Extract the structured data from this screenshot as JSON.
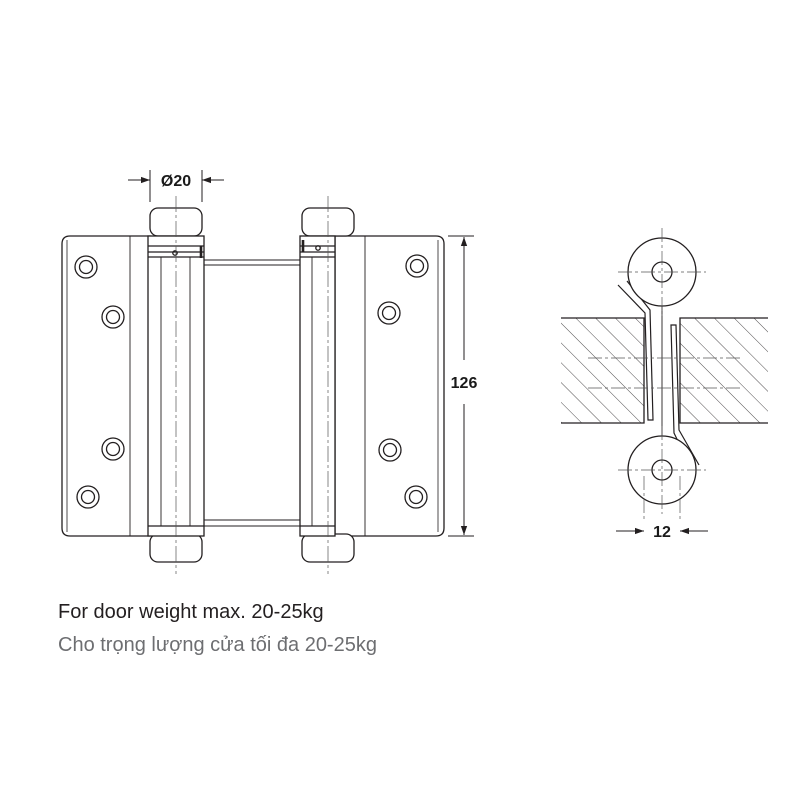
{
  "dimensions": {
    "pin_diameter": "Ø20",
    "height": "126",
    "gap": "12"
  },
  "captions": {
    "english": "For door weight max. 20-25kg",
    "vietnamese": "Cho trọng lượng cửa tối đa 20-25kg"
  },
  "colors": {
    "line": "#231f20",
    "center_line": "#555555",
    "caption_primary": "#231f20",
    "caption_secondary": "#6d6e71"
  }
}
